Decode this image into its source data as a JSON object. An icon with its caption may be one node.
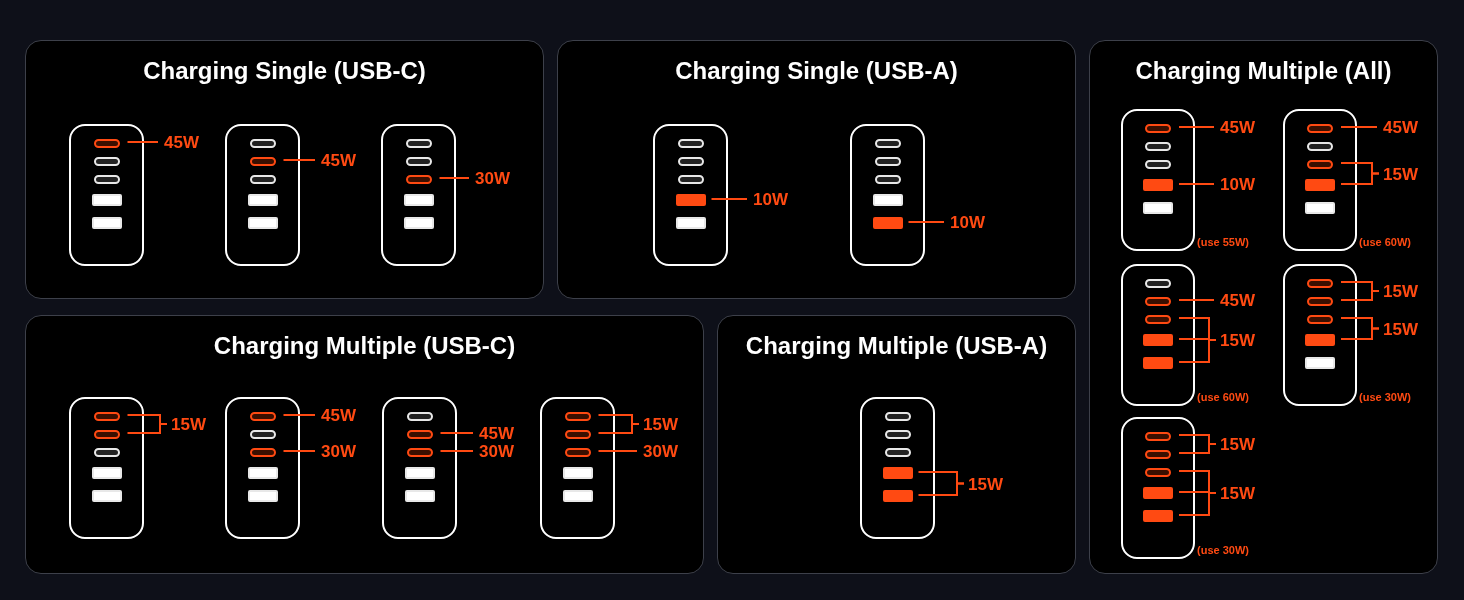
{
  "diagram": {
    "nodes": [
      {
        "text": [
          "Charging Single (USB-C)"
        ]
      },
      {
        "text": [],
        "shape": "picture",
        "in": 0
      },
      {
        "text": [
          "45W"
        ],
        "in": 0
      },
      {
        "text": [],
        "shape": "picture",
        "in": 0
      },
      {
        "text": [
          "45W"
        ],
        "in": 0
      },
      {
        "text": [],
        "shape": "picture",
        "in": 0
      },
      {
        "text": [
          "30W"
        ],
        "in": 0
      },
      {
        "text": [
          "Charging Single (USB-A)"
        ]
      },
      {
        "text": [],
        "shape": "picture",
        "in": 7
      },
      {
        "text": [
          "10W"
        ],
        "in": 7
      },
      {
        "text": [],
        "shape": "picture",
        "in": 7
      },
      {
        "text": [
          "10W"
        ],
        "in": 7
      },
      {
        "text": [
          "Charging Multiple (All)"
        ]
      },
      {
        "text": [],
        "shape": "picture",
        "in": 12,
        "beside": [
          "(use 55W)"
        ]
      },
      {
        "text": [
          "45W"
        ],
        "in": 12
      },
      {
        "text": [
          "10W"
        ],
        "in": 12
      },
      {
        "text": [],
        "shape": "picture",
        "in": 12,
        "beside": [
          "(use 60W)"
        ]
      },
      {
        "text": [
          "45W"
        ],
        "in": 12
      },
      {
        "text": [
          "15W"
        ],
        "in": 12
      },
      {
        "text": [],
        "shape": "picture",
        "in": 12,
        "beside": [
          "(use 60W)"
        ]
      },
      {
        "text": [
          "45W"
        ],
        "in": 12
      },
      {
        "text": [
          "15W"
        ],
        "in": 12
      },
      {
        "text": [],
        "shape": "picture",
        "in": 12,
        "beside": [
          "(use 30W)"
        ]
      },
      {
        "text": [
          "15W"
        ],
        "in": 12
      },
      {
        "text": [
          "15W"
        ],
        "in": 12
      },
      {
        "text": [],
        "shape": "picture",
        "in": 12,
        "beside": [
          "(use 30W)"
        ]
      },
      {
        "text": [
          "15W"
        ],
        "in": 12
      },
      {
        "text": [
          "15W"
        ],
        "in": 12
      },
      {
        "text": [
          "Charging Multiple (USB-C)"
        ]
      },
      {
        "text": [],
        "shape": "picture",
        "in": 28
      },
      {
        "text": [
          "15W"
        ],
        "in": 28
      },
      {
        "text": [],
        "shape": "picture",
        "in": 28
      },
      {
        "text": [
          "45W"
        ],
        "in": 28
      },
      {
        "text": [
          "30W"
        ],
        "in": 28
      },
      {
        "text": [],
        "shape": "picture",
        "in": 28
      },
      {
        "text": [
          "45W"
        ],
        "in": 28
      },
      {
        "text": [
          "30W"
        ],
        "in": 28
      },
      {
        "text": [],
        "shape": "picture",
        "in": 28
      },
      {
        "text": [
          "15W"
        ],
        "in": 28
      },
      {
        "text": [
          "30W"
        ],
        "in": 28
      },
      {
        "text": [
          "Charging Multiple (USB-A)"
        ]
      },
      {
        "text": [],
        "shape": "picture",
        "in": 40
      },
      {
        "text": [
          "15W"
        ],
        "in": 40
      }
    ],
    "edges": [
      {
        "from": 2,
        "to": 1,
        "arrow": "none"
      },
      {
        "from": 4,
        "to": 3,
        "arrow": "none"
      },
      {
        "from": 6,
        "to": 5,
        "arrow": "none"
      },
      {
        "from": 9,
        "to": 8,
        "arrow": "none"
      },
      {
        "from": 11,
        "to": 10,
        "arrow": "none"
      },
      {
        "from": 14,
        "to": 13,
        "arrow": "none"
      },
      {
        "from": 15,
        "to": 13,
        "arrow": "none"
      },
      {
        "from": 17,
        "to": 16,
        "arrow": "none"
      },
      {
        "from": 18,
        "to": 16,
        "arrow": "none"
      },
      {
        "from": 18,
        "to": 16,
        "arrow": "none"
      },
      {
        "from": 20,
        "to": 19,
        "arrow": "none"
      },
      {
        "from": 21,
        "to": 19,
        "arrow": "none"
      },
      {
        "from": 21,
        "to": 19,
        "arrow": "none"
      },
      {
        "from": 21,
        "to": 19,
        "arrow": "none"
      },
      {
        "from": 23,
        "to": 22,
        "arrow": "none"
      },
      {
        "from": 23,
        "to": 22,
        "arrow": "none"
      },
      {
        "from": 24,
        "to": 22,
        "arrow": "none"
      },
      {
        "from": 24,
        "to": 22,
        "arrow": "none"
      },
      {
        "from": 26,
        "to": 25,
        "arrow": "none"
      },
      {
        "from": 26,
        "to": 25,
        "arrow": "none"
      },
      {
        "from": 27,
        "to": 25,
        "arrow": "none"
      },
      {
        "from": 27,
        "to": 25,
        "arrow": "none"
      },
      {
        "from": 27,
        "to": 25,
        "arrow": "none"
      },
      {
        "from": 30,
        "to": 29,
        "arrow": "none"
      },
      {
        "from": 30,
        "to": 29,
        "arrow": "none"
      },
      {
        "from": 32,
        "to": 31,
        "arrow": "none"
      },
      {
        "from": 33,
        "to": 31,
        "arrow": "none"
      },
      {
        "from": 35,
        "to": 34,
        "arrow": "none"
      },
      {
        "from": 36,
        "to": 34,
        "arrow": "none"
      },
      {
        "from": 38,
        "to": 37,
        "arrow": "none"
      },
      {
        "from": 38,
        "to": 37,
        "arrow": "none"
      },
      {
        "from": 39,
        "to": 37,
        "arrow": "none"
      },
      {
        "from": 42,
        "to": 41,
        "arrow": "none"
      },
      {
        "from": 42,
        "to": 41,
        "arrow": "none"
      }
    ]
  }
}
